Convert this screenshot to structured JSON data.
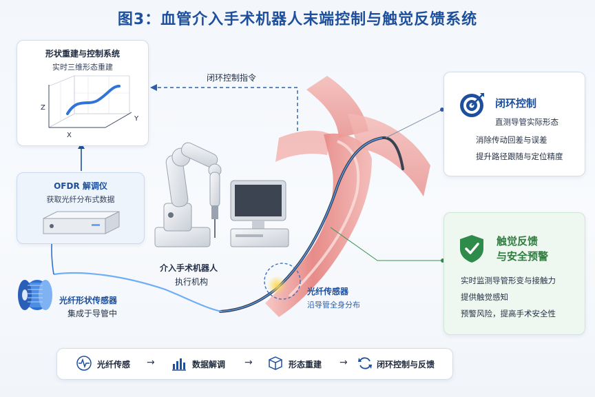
{
  "title": "图3：血管介入手术机器人末端控制与触觉反馈系统",
  "shape_card": {
    "title": "形状重建与控制系统",
    "subtitle": "实时三维形态重建",
    "axis_z": "Z",
    "axis_y": "Y",
    "axis_x": "X"
  },
  "closed_loop_command": "闭环控制指令",
  "ofdr_card": {
    "title": "OFDR 解调仪",
    "subtitle": "获取光纤分布式数据"
  },
  "fiber_sensor_left": {
    "title": "光纤形状传感器",
    "subtitle": "集成于导管中"
  },
  "robot_label": {
    "line1": "介入手术机器人",
    "line2": "执行机构"
  },
  "fiber_sensor_right": {
    "title": "光纤传感器",
    "subtitle": "沿导管全身分布"
  },
  "control_panel": {
    "title": "闭环控制",
    "lines": [
      "直测导管实际形态",
      "消除传动回差与误差",
      "提升路径跟随与定位精度"
    ],
    "icon": "target-icon"
  },
  "haptic_panel": {
    "title_line1": "触觉反馈",
    "title_line2": "与安全预警",
    "lines": [
      "实时监测导管形变与接触力",
      "提供触觉感知",
      "预警风险，提高手术安全性"
    ],
    "icon": "shield-check-icon"
  },
  "flow": {
    "steps": [
      "光纤传感",
      "数据解调",
      "形态重建",
      "闭环控制与反馈"
    ],
    "icons": [
      "waveform-icon",
      "bar-chart-icon",
      "cube-icon",
      "cycle-arrows-icon"
    ]
  },
  "colors": {
    "title": "#1d4f9c",
    "accent_blue": "#1d4f9c",
    "accent_green": "#2e8b4a",
    "vessel": "#e58a8a"
  }
}
